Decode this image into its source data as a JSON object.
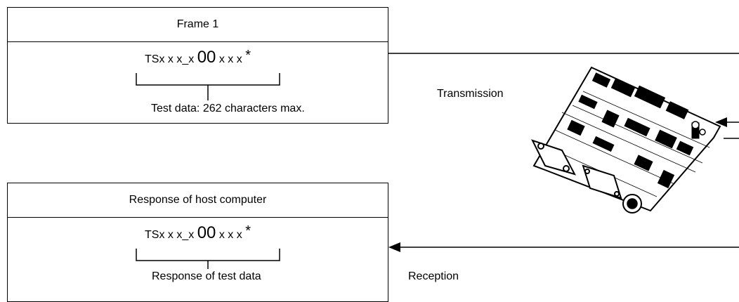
{
  "frame_box": {
    "title": "Frame 1",
    "cmd_prefix": "TSx x x_x ",
    "cmd_code": "00",
    "cmd_suffix": " x x x ",
    "cmd_star": "*",
    "note": "Test data: 262 characters max."
  },
  "response_box": {
    "title": "Response of host computer",
    "cmd_prefix": "TSx x x_x ",
    "cmd_code": "00",
    "cmd_suffix": " x x x ",
    "cmd_star": "*",
    "note": "Response of test data"
  },
  "labels": {
    "transmission": "Transmission",
    "reception": "Reception"
  },
  "device": {
    "icon": "circuit-board-icon"
  }
}
